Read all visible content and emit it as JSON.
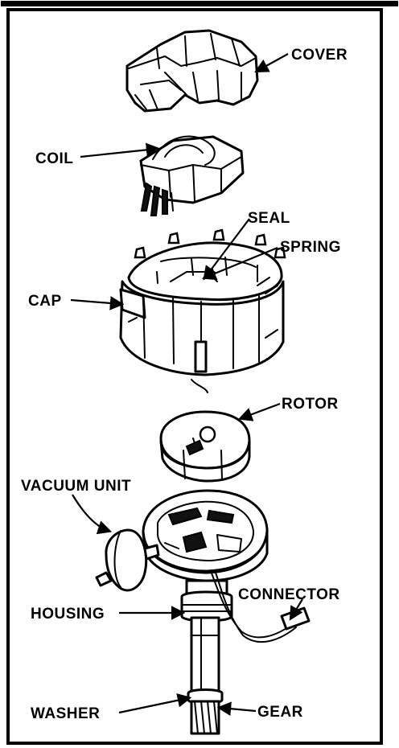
{
  "labels": {
    "cover": "COVER",
    "coil": "COIL",
    "seal": "SEAL",
    "spring": "SPRING",
    "cap": "CAP",
    "rotor": "ROTOR",
    "vacuum_unit": "VACUUM UNIT",
    "connector": "CONNECTOR",
    "housing": "HOUSING",
    "washer": "WASHER",
    "gear": "GEAR"
  }
}
